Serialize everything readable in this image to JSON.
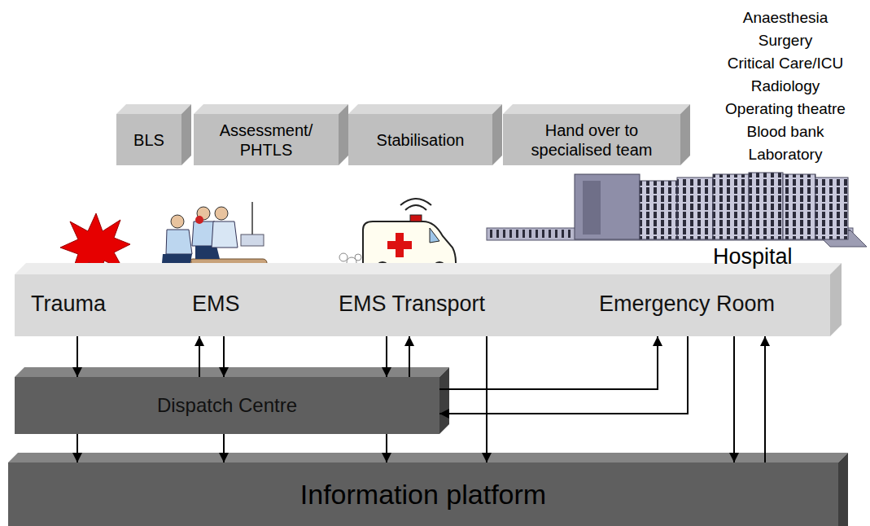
{
  "diagram": {
    "nodes": [
      {
        "text": [
          "BLS"
        ]
      },
      {
        "text": [
          "Assessment/ PHTLS"
        ]
      },
      {
        "text": [
          "Stabilisation"
        ]
      },
      {
        "text": [
          "Hand over to specialised team"
        ]
      },
      {
        "text": [
          "Trauma",
          "EMS",
          "EMS Transport",
          "Emergency Room"
        ]
      },
      {
        "text": [
          "Dispatch Centre"
        ]
      },
      {
        "text": [
          "Information platform"
        ]
      }
    ],
    "edges": [
      {
        "from": 4,
        "to": 5,
        "arrow": "to"
      },
      {
        "from": 5,
        "to": 4,
        "arrow": "to"
      },
      {
        "from": 4,
        "to": 5,
        "arrow": "to"
      },
      {
        "from": 4,
        "to": 5,
        "arrow": "to"
      },
      {
        "from": 5,
        "to": 4,
        "arrow": "to"
      },
      {
        "from": 4,
        "to": 6,
        "arrow": "to"
      },
      {
        "from": 5,
        "to": 4,
        "arrow": "to"
      },
      {
        "from": 4,
        "to": 5,
        "arrow": "to"
      },
      {
        "from": 4,
        "to": 6,
        "arrow": "to"
      },
      {
        "from": 6,
        "to": 4,
        "arrow": "to"
      },
      {
        "from": 5,
        "to": 6,
        "arrow": "to"
      },
      {
        "from": 5,
        "to": 6,
        "arrow": "to"
      },
      {
        "from": 5,
        "to": 6,
        "arrow": "to"
      }
    ],
    "labels": [
      "Anaesthesia",
      "Surgery",
      "Critical Care/ICU",
      "Radiology",
      "Operating theatre",
      "Blood bank",
      "Laboratory",
      "Hospital"
    ]
  }
}
